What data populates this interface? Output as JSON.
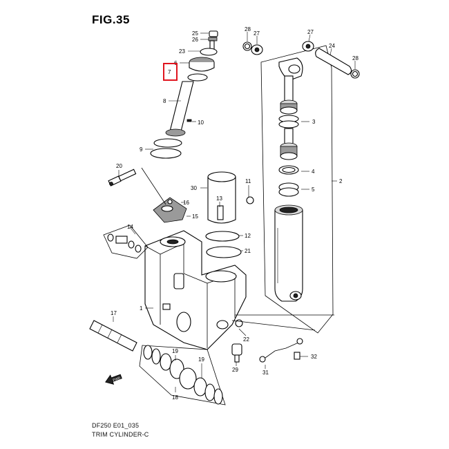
{
  "figure": {
    "title": "FIG.35",
    "model_code": "DF250 E01_035",
    "caption": "TRIM CYLINDER-C"
  },
  "highlight": {
    "part": "7",
    "color": "#e0141e"
  },
  "callouts": [
    {
      "id": "c1",
      "number": "1"
    },
    {
      "id": "c2",
      "number": "2"
    },
    {
      "id": "c3",
      "number": "3"
    },
    {
      "id": "c4",
      "number": "4"
    },
    {
      "id": "c5",
      "number": "5"
    },
    {
      "id": "c6",
      "number": "6"
    },
    {
      "id": "c7",
      "number": "7"
    },
    {
      "id": "c8",
      "number": "8"
    },
    {
      "id": "c9",
      "number": "9"
    },
    {
      "id": "c10",
      "number": "10"
    },
    {
      "id": "c11",
      "number": "11"
    },
    {
      "id": "c12",
      "number": "12"
    },
    {
      "id": "c13",
      "number": "13"
    },
    {
      "id": "c14",
      "number": "14"
    },
    {
      "id": "c15",
      "number": "15"
    },
    {
      "id": "c16",
      "number": "16"
    },
    {
      "id": "c17",
      "number": "17"
    },
    {
      "id": "c18",
      "number": "18"
    },
    {
      "id": "c19a",
      "number": "19"
    },
    {
      "id": "c19b",
      "number": "19"
    },
    {
      "id": "c20",
      "number": "20"
    },
    {
      "id": "c21",
      "number": "21"
    },
    {
      "id": "c22",
      "number": "22"
    },
    {
      "id": "c23",
      "number": "23"
    },
    {
      "id": "c24",
      "number": "24"
    },
    {
      "id": "c25",
      "number": "25"
    },
    {
      "id": "c26",
      "number": "26"
    },
    {
      "id": "c27a",
      "number": "27"
    },
    {
      "id": "c27b",
      "number": "27"
    },
    {
      "id": "c28a",
      "number": "28"
    },
    {
      "id": "c28b",
      "number": "28"
    },
    {
      "id": "c29",
      "number": "29"
    },
    {
      "id": "c30",
      "number": "30"
    },
    {
      "id": "c31",
      "number": "31"
    },
    {
      "id": "c32",
      "number": "32"
    }
  ],
  "icons": {
    "front_arrow": "front-direction-arrow-icon"
  }
}
